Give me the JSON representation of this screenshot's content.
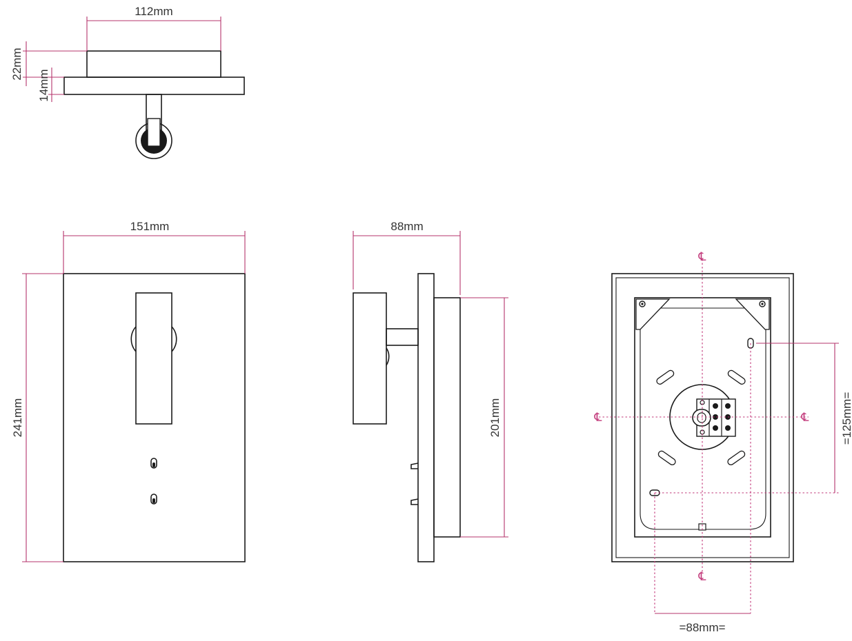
{
  "colors": {
    "outline": "#1a1a1a",
    "dimension": "#b5336b",
    "centerline": "#c2387a",
    "text": "#333333"
  },
  "dimensions": {
    "top_width": "112mm",
    "top_height_outer": "22mm",
    "top_height_plate": "14mm",
    "front_width": "151mm",
    "front_height": "241mm",
    "side_depth": "88mm",
    "side_plate_height": "201mm",
    "mount_vertical": "=125mm=",
    "mount_horizontal": "=88mm="
  },
  "centerline_symbol": "℄"
}
